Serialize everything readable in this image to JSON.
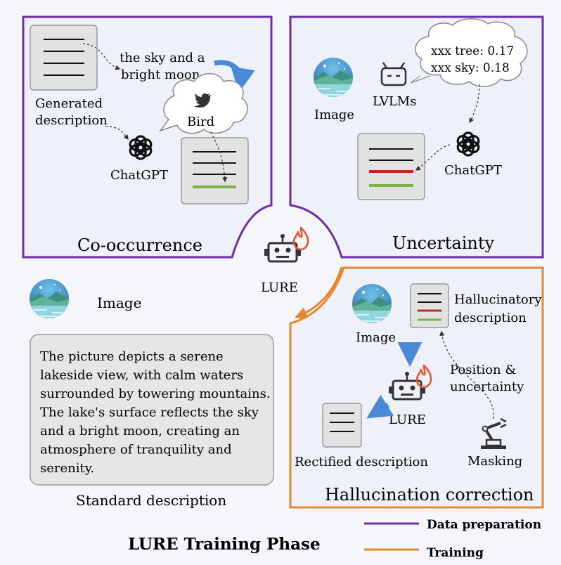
{
  "title": "LURE Training Phase",
  "colors": {
    "data_preparation": "#6f2da8",
    "training": "#e8852f",
    "hallucinated_line": "#b82c1c",
    "correct_line": "#7bb04a",
    "panel_fill": "#eef1f9",
    "arrow_blue": "#4a89d6"
  },
  "co_occurrence": {
    "title": "Co-occurrence",
    "generated_label_1": "Generated",
    "generated_label_2": "description",
    "phrase_1": "the sky and a",
    "phrase_2": "bright moon",
    "bird_label": "Bird",
    "chatgpt_label": "ChatGPT",
    "icons": [
      "document-icon",
      "twitter-bird-icon",
      "chatgpt-logo-icon",
      "curved-arrow-icon"
    ]
  },
  "uncertainty": {
    "title": "Uncertainty",
    "image_label": "Image",
    "lvlm_label": "LVLMs",
    "score_1": "xxx tree: 0.17",
    "score_2": "xxx sky: 0.18",
    "chatgpt_label": "ChatGPT",
    "icons": [
      "landscape-image-icon",
      "robot-face-icon",
      "chatgpt-logo-icon",
      "document-icon"
    ]
  },
  "center": {
    "label": "LURE",
    "icons": [
      "robot-icon",
      "flame-icon"
    ]
  },
  "standard": {
    "image_label": "Image",
    "description_lines": [
      "The picture depicts a serene",
      "lakeside view, with calm waters",
      "surrounded by towering mountains.",
      "The lake's surface reflects the sky",
      "and a bright moon, creating an",
      "atmosphere of tranquility and",
      "serenity."
    ],
    "caption": "Standard description"
  },
  "correction": {
    "title": "Hallucination correction",
    "image_label": "Image",
    "hallucinatory_1": "Hallucinatory",
    "hallucinatory_2": "description",
    "position_1": "Position &",
    "position_2": "uncertainty",
    "lure_label": "LURE",
    "rectified_label": "Rectified description",
    "masking_label": "Masking",
    "icons": [
      "landscape-image-icon",
      "document-icon",
      "robot-icon",
      "flame-icon",
      "robotic-arm-icon"
    ]
  },
  "legend": {
    "items": [
      {
        "label": "Data preparation",
        "color": "#6f2da8"
      },
      {
        "label": "Training",
        "color": "#e8852f"
      }
    ]
  }
}
